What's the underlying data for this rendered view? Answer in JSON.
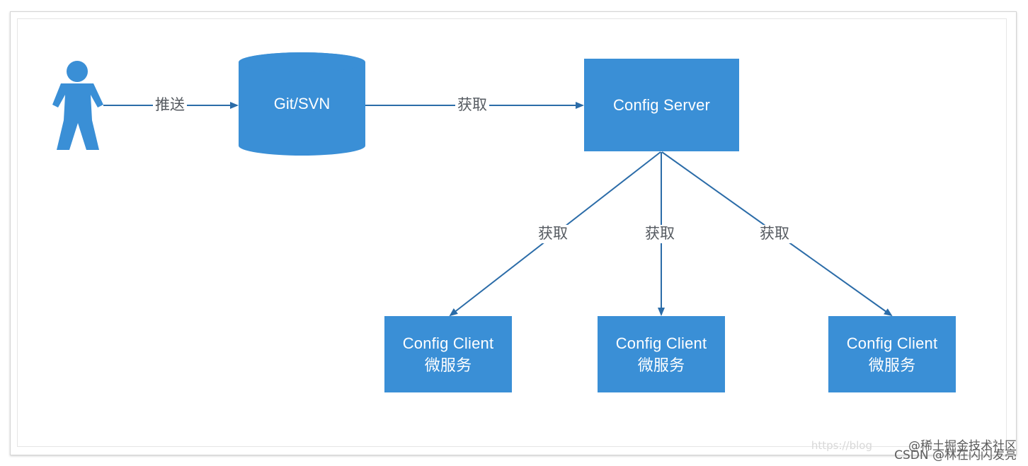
{
  "nodes": {
    "user": {
      "icon": "person-icon"
    },
    "repo": {
      "label": "Git/SVN",
      "icon": "database-cylinder"
    },
    "server": {
      "label": "Config  Server"
    },
    "clients": [
      {
        "line1": "Config  Client",
        "line2": "微服务"
      },
      {
        "line1": "Config  Client",
        "line2": "微服务"
      },
      {
        "line1": "Config  Client",
        "line2": "微服务"
      }
    ]
  },
  "edges": {
    "push_label": "推送",
    "fetch_repo_label": "获取",
    "fetch_client_labels": [
      "获取",
      "获取",
      "获取"
    ]
  },
  "watermark": {
    "url": "https://blog",
    "line1": "@稀土掘金技术社区",
    "line2": "CSDN @林在闪闪发亮"
  },
  "colors": {
    "node_fill": "#3a8fd6",
    "arrow": "#2b6ca8",
    "label_text": "#555a60"
  }
}
